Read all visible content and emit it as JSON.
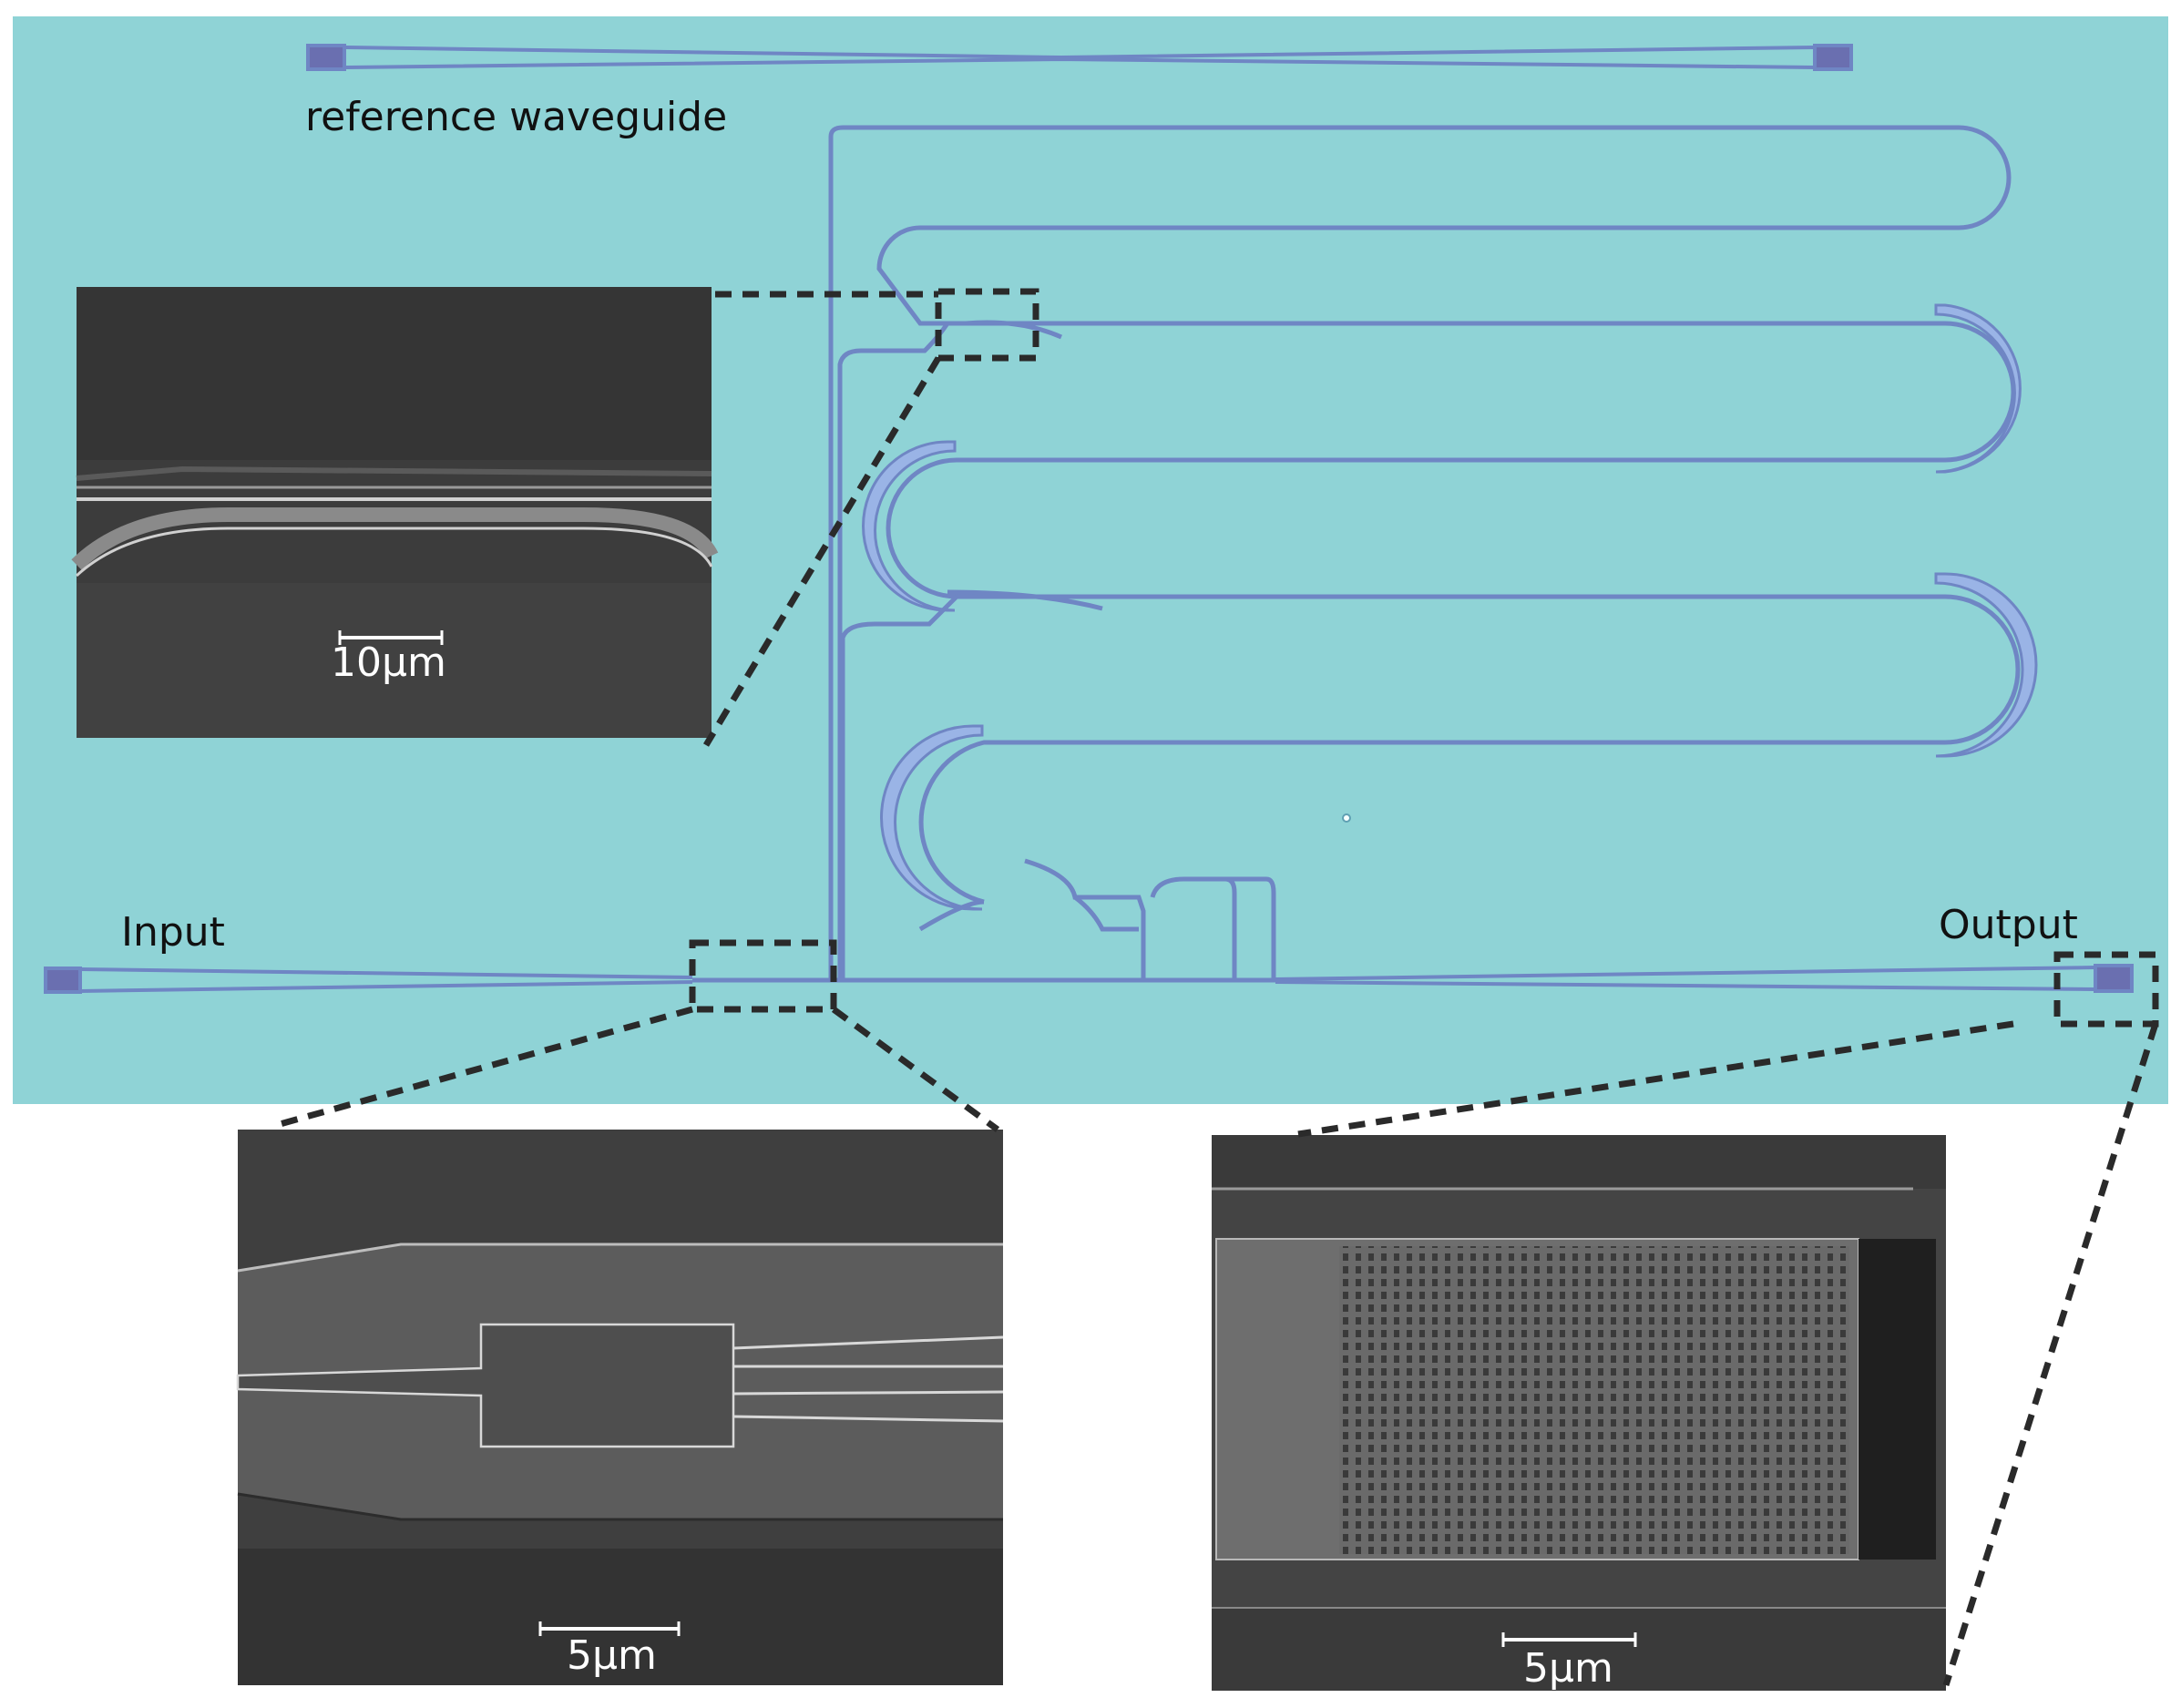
{
  "labels": {
    "reference": "reference waveguide",
    "input": "Input",
    "output": "Output"
  },
  "insets": {
    "top_left_scale": "10μm",
    "bottom_left_scale": "5μm",
    "bottom_right_scale": "5μm"
  },
  "colors": {
    "substrate": "#8fd3d6",
    "waveguide": "#6f86c4",
    "waveguide_fill": "#9ab4e6",
    "sem_dark": "#3c3c3c",
    "sem_mid": "#555555",
    "sem_light": "#8a8a8a",
    "dashed": "#2a2a2a"
  }
}
